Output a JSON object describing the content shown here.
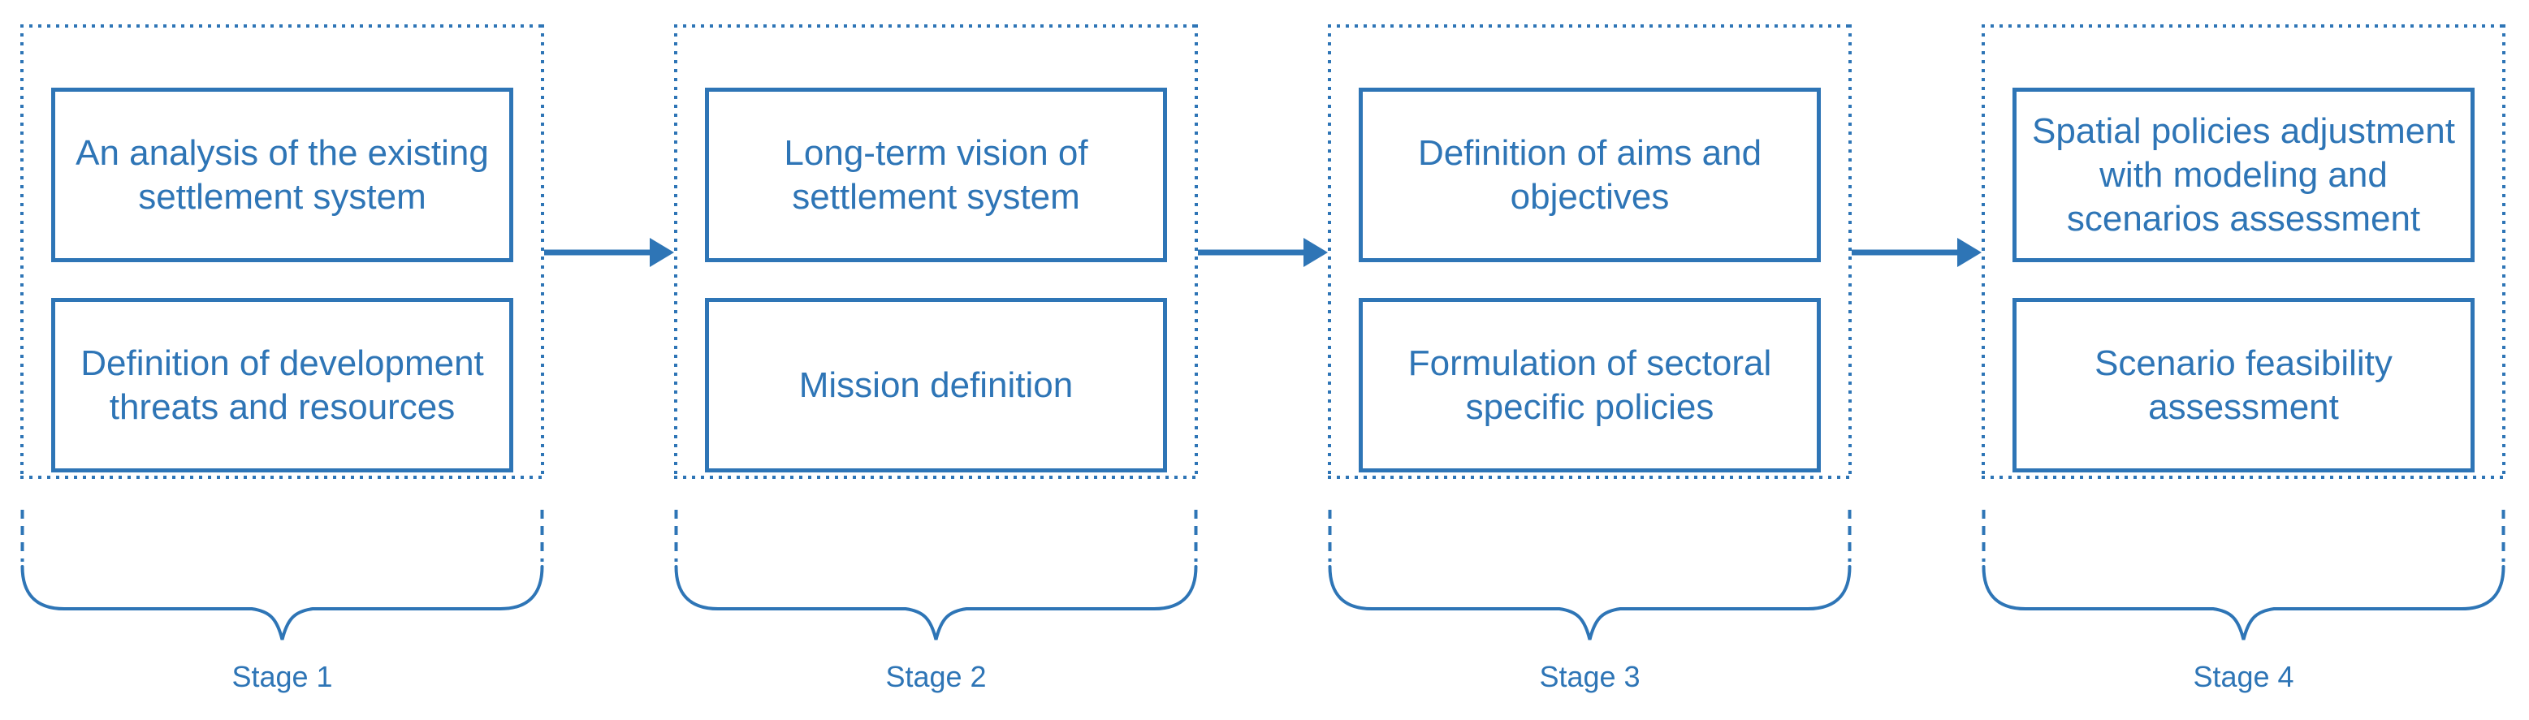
{
  "diagram": {
    "title": "Settlement planning stages flow",
    "accent_color": "#2E75B6",
    "background_color": "#FFFFFF",
    "arrow_icon": "right-arrow",
    "stages": [
      {
        "label": "Stage 1",
        "boxes": [
          "An analysis of the existing\nsettlement system",
          "Definition of development\nthreats and resources"
        ]
      },
      {
        "label": "Stage 2",
        "boxes": [
          "Long-term vision of\nsettlement system",
          "Mission definition"
        ]
      },
      {
        "label": "Stage 3",
        "boxes": [
          "Definition of aims and\nobjectives",
          "Formulation of sectoral\nspecific policies"
        ]
      },
      {
        "label": "Stage 4",
        "boxes": [
          "Spatial policies adjustment\nwith modeling and\nscenarios assessment",
          "Scenario feasibility\nassessment"
        ]
      }
    ]
  }
}
